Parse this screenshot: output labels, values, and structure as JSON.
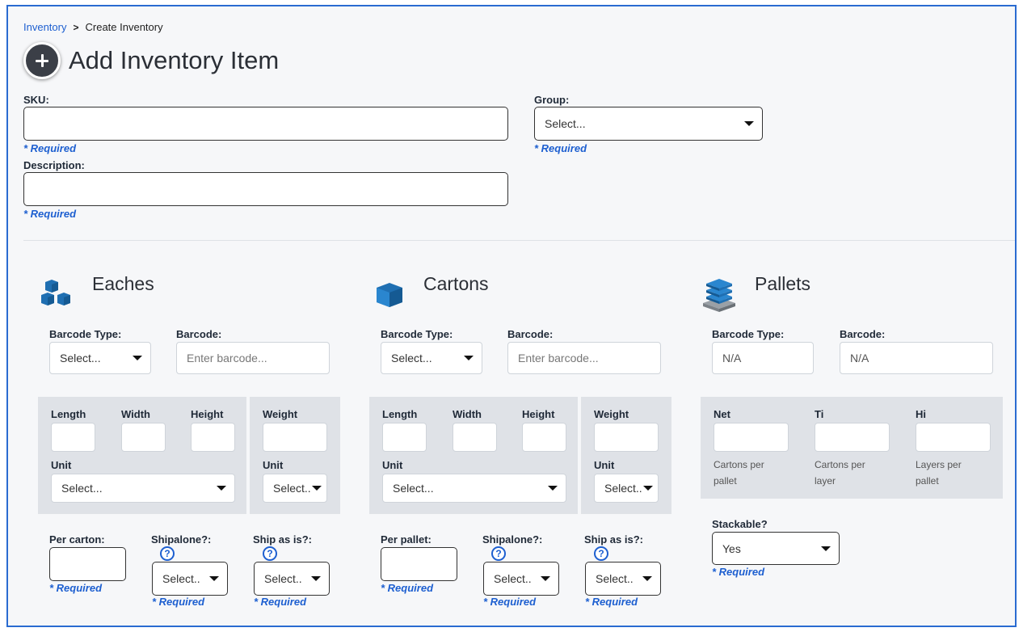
{
  "breadcrumb": {
    "root": "Inventory",
    "separator": ">",
    "current": "Create Inventory"
  },
  "page_title": "Add Inventory Item",
  "form": {
    "sku_label": "SKU:",
    "group_label": "Group:",
    "group_value": "Select...",
    "description_label": "Description:",
    "required": "* Required"
  },
  "eaches": {
    "title": "Eaches",
    "icon": "cubes-icon",
    "barcode_type_label": "Barcode Type:",
    "barcode_type_value": "Select...",
    "barcode_label": "Barcode:",
    "barcode_placeholder": "Enter barcode...",
    "length": "Length",
    "width": "Width",
    "height": "Height",
    "weight": "Weight",
    "unit": "Unit",
    "unit_value": "Select...",
    "weight_unit_value": "Select..",
    "per_label": "Per carton:",
    "shipalone_label": "Shipalone?:",
    "shipasis_label": "Ship as is?:",
    "shipalone_value": "Select..",
    "shipasis_value": "Select..",
    "required": "* Required"
  },
  "cartons": {
    "title": "Cartons",
    "icon": "box-icon",
    "barcode_type_label": "Barcode Type:",
    "barcode_type_value": "Select...",
    "barcode_label": "Barcode:",
    "barcode_placeholder": "Enter barcode...",
    "length": "Length",
    "width": "Width",
    "height": "Height",
    "weight": "Weight",
    "unit": "Unit",
    "unit_value": "Select...",
    "weight_unit_value": "Select..",
    "per_label": "Per pallet:",
    "shipalone_label": "Shipalone?:",
    "shipasis_label": "Ship as is?:",
    "shipalone_value": "Select..",
    "shipasis_value": "Select..",
    "required": "* Required"
  },
  "pallets": {
    "title": "Pallets",
    "icon": "pallet-stack-icon",
    "barcode_type_label": "Barcode Type:",
    "barcode_type_value": "N/A",
    "barcode_label": "Barcode:",
    "barcode_value": "N/A",
    "net": "Net",
    "ti": "Ti",
    "hi": "Hi",
    "net_note_1": "Cartons per",
    "net_note_2": "pallet",
    "ti_note_1": "Cartons per",
    "ti_note_2": "layer",
    "hi_note_1": "Layers per",
    "hi_note_2": "pallet",
    "stackable_label": "Stackable?",
    "stackable_value": "Yes",
    "required": "* Required"
  },
  "help_glyph": "?",
  "colors": {
    "accent": "#1d5fd0",
    "frame": "#2a6bd1",
    "icon_blue": "#1f6fb2"
  }
}
